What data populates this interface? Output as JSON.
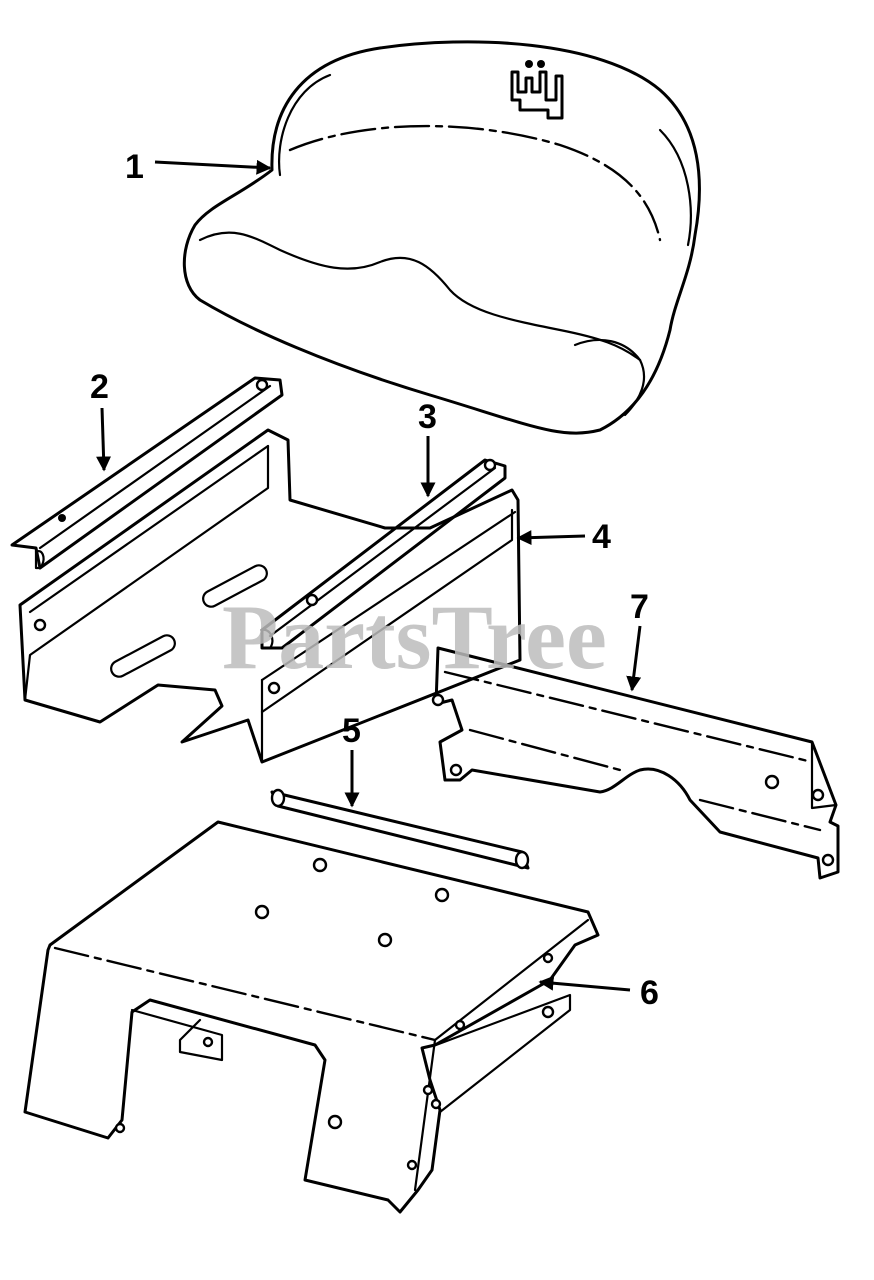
{
  "diagram": {
    "watermark": "PartsTree",
    "callouts": [
      {
        "id": "1",
        "label": "1"
      },
      {
        "id": "2",
        "label": "2"
      },
      {
        "id": "3",
        "label": "3"
      },
      {
        "id": "4",
        "label": "4"
      },
      {
        "id": "5",
        "label": "5"
      },
      {
        "id": "6",
        "label": "6"
      },
      {
        "id": "7",
        "label": "7"
      }
    ],
    "colors": {
      "ink": "#000000",
      "watermark": "#bdbdbd",
      "background": "#ffffff"
    }
  }
}
